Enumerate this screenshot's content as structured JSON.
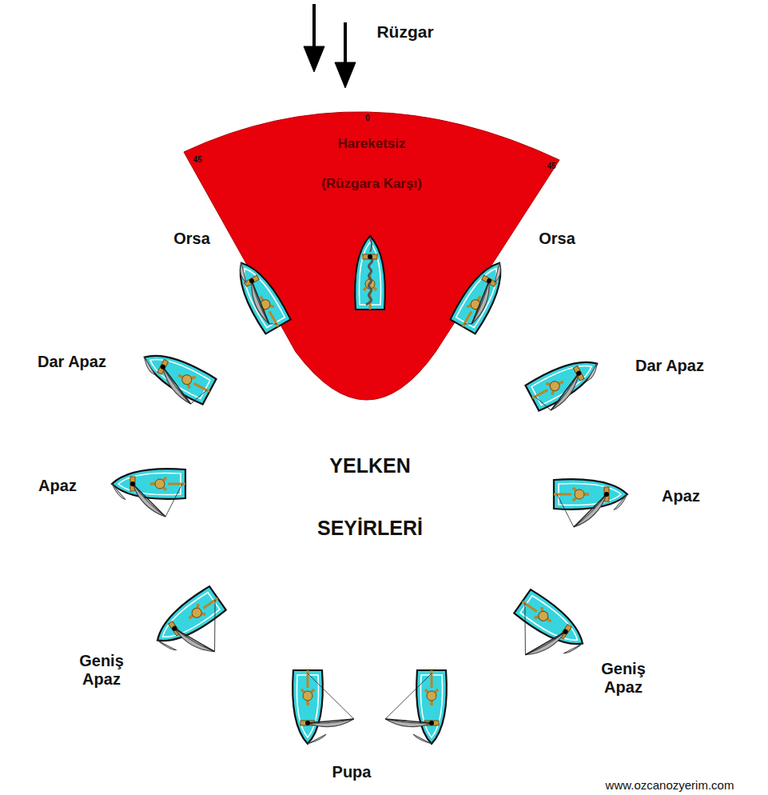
{
  "diagram": {
    "title": "YELKEN SEYİRLERİ",
    "nodes": [
      {
        "text": [
          "Hareketsiz",
          "(Rüzgara Karşı)"
        ]
      }
    ],
    "labels": [
      "Rüzgar",
      "0",
      "45",
      "45",
      "Orsa",
      "Orsa",
      "Dar Apaz",
      "Dar Apaz",
      "Apaz",
      "Apaz",
      "Geniş Apaz",
      "Geniş Apaz",
      "Pupa",
      "www.ozcanozyerim.com"
    ]
  }
}
